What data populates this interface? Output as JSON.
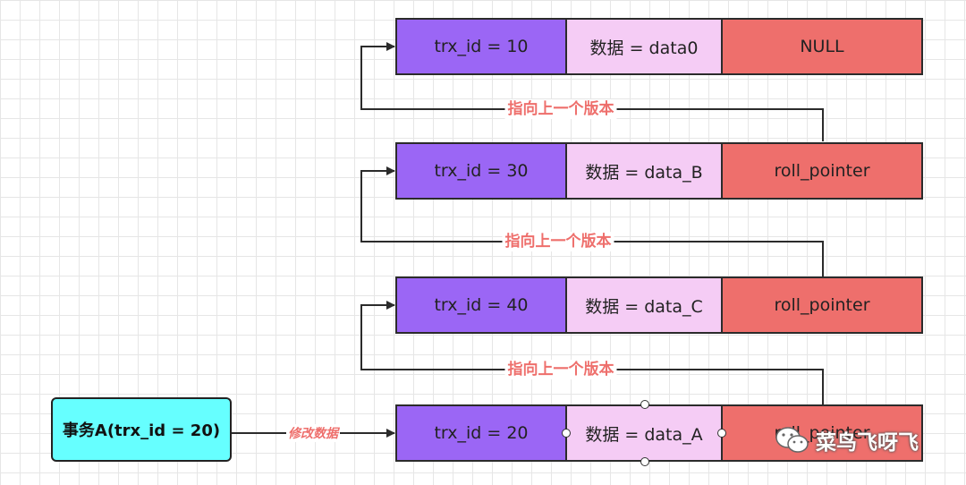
{
  "colors": {
    "trx_cell": "#9b66f5",
    "data_cell": "#f5ccf5",
    "pointer_cell": "#ee6f6c",
    "transaction_box": "#66ffff",
    "arrow_label": "#ee6f6c",
    "line": "#2b2b2b"
  },
  "rows": [
    {
      "trx": "trx_id = 10",
      "data": "数据 = data0",
      "pointer": "NULL"
    },
    {
      "trx": "trx_id = 30",
      "data": "数据 = data_B",
      "pointer": "roll_pointer"
    },
    {
      "trx": "trx_id = 40",
      "data": "数据 = data_C",
      "pointer": "roll_pointer"
    },
    {
      "trx": "trx_id = 20",
      "data": "数据 = data_A",
      "pointer": "roll_pointer"
    }
  ],
  "version_links": [
    {
      "label": "指向上一个版本"
    },
    {
      "label": "指向上一个版本"
    },
    {
      "label": "指向上一个版本"
    }
  ],
  "transaction": {
    "label": "事务A(trx_id = 20)"
  },
  "modify_label": "修改数据",
  "watermark": {
    "text": "菜鸟飞呀飞",
    "icon": "wechat-icon"
  }
}
